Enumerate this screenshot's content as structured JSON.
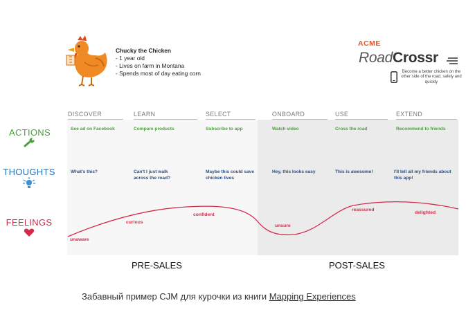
{
  "persona": {
    "name": "Chucky the Chicken",
    "lines": [
      "- 1 year old",
      "- Lives on farm in Montana",
      "- Spends most of day eating corn"
    ]
  },
  "brand": {
    "acme": "ACME",
    "road": "Road",
    "crossr": "Crossr",
    "tagline": "Become a better chicken on the other side of the road, safely and quickly"
  },
  "stages": [
    "DISCOVER",
    "LEARN",
    "SELECT",
    "ONBOARD",
    "USE",
    "EXTEND"
  ],
  "rows": {
    "actions": {
      "label": "ACTIONS",
      "icon": "wrench-icon",
      "color": "#4aa33a"
    },
    "thoughts": {
      "label": "THOUGHTS",
      "icon": "lightbulb-icon",
      "color": "#2c6fb0"
    },
    "feelings": {
      "label": "FEELINGS",
      "icon": "heart-icon",
      "color": "#d52b4a"
    }
  },
  "actions": [
    "See ad on Facebook",
    "Compare products",
    "Subscribe to app",
    "Watch video",
    "Cross the road",
    "Recommend to friends"
  ],
  "thoughts": [
    "What's this?",
    "Can't I just walk across the road?",
    "Maybe this could save chicken lives",
    "Hey, this looks easy",
    "This is awesome!",
    "I'll tell all my friends about this app!"
  ],
  "feelings": [
    "unaware",
    "curious",
    "confident",
    "unsure",
    "reassured",
    "delighted"
  ],
  "phases": [
    "PRE-SALES",
    "POST-SALES"
  ],
  "caption": {
    "text": "Забавный пример CJM для курочки из книги ",
    "link": "Mapping Experiences"
  },
  "colors": {
    "accent_orange": "#e8542a",
    "chicken": "#f08a24",
    "feeling_line": "#d52b4a"
  }
}
